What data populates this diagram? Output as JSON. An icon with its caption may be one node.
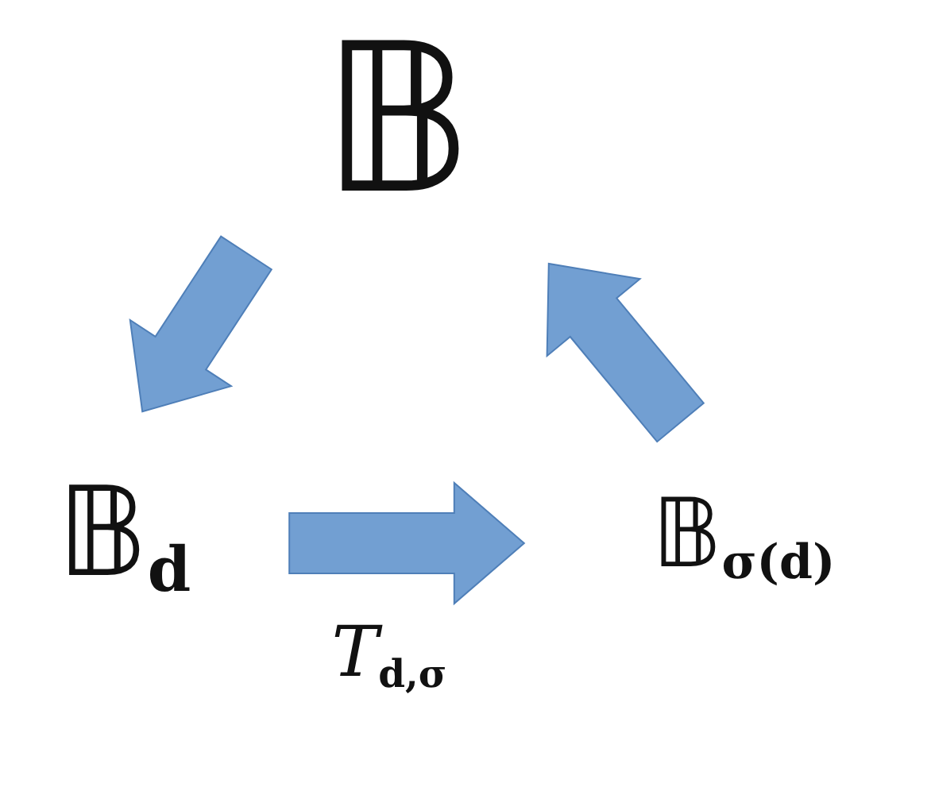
{
  "diagram": {
    "nodes": [
      {
        "text": [
          "𝔹"
        ]
      },
      {
        "text": [
          "𝔹$_{d}$"
        ]
      },
      {
        "text": [
          "𝔹$_{σ(d)}$"
        ]
      }
    ],
    "edges": [
      {
        "from": 0,
        "to": 1,
        "arrow": "to"
      },
      {
        "from": 1,
        "to": 2,
        "arrow": "to",
        "label": "T$_{d,σ}$"
      },
      {
        "from": 2,
        "to": 0,
        "arrow": "to"
      }
    ]
  }
}
